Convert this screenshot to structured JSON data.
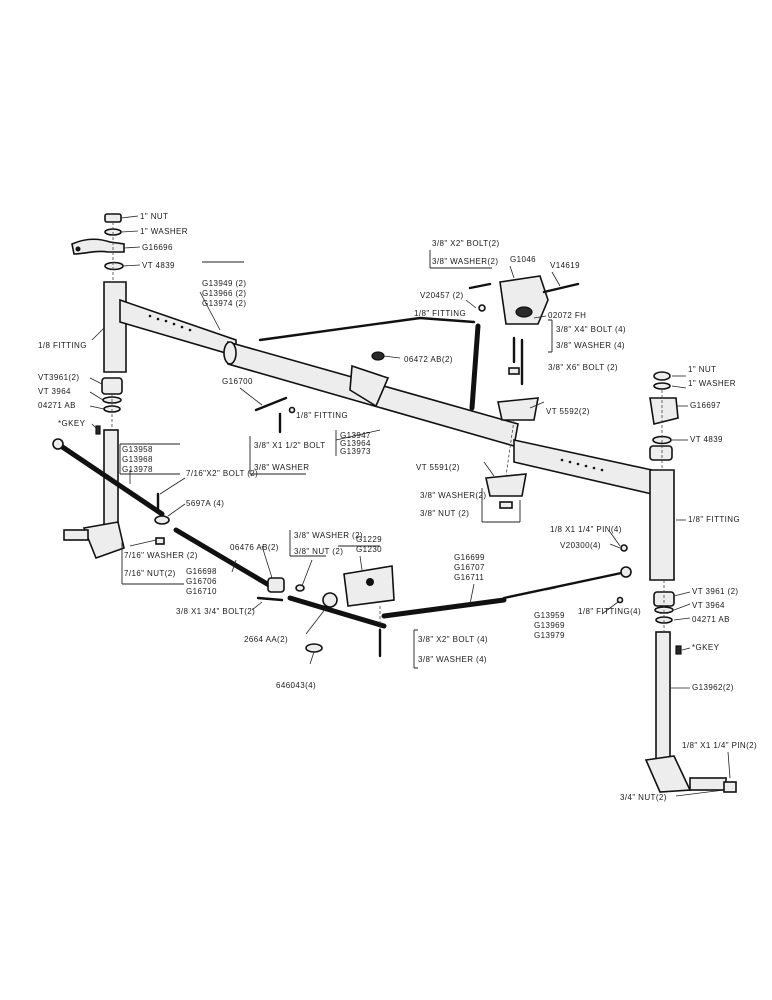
{
  "labels": {
    "nut_top_left": "1\" NUT",
    "washer_top_left": "1\" WASHER",
    "arm_left": "G16696",
    "vt4839_left": "VT 4839",
    "axle_left_1": "G13949 (2)",
    "axle_left_2": "G13966 (2)",
    "axle_left_3": "G13974 (2)",
    "fitting_left": "1/8 FITTING",
    "vt3961_left": "VT3961(2)",
    "vt3964_left": "VT 3964",
    "a04271_left": "04271 AB",
    "gkey_left": "*GKEY",
    "tie_left_1": "G13958",
    "tie_left_2": "G13968",
    "tie_left_3": "G13978",
    "bolt_7_16": "7/16\"X2\" BOLT (2)",
    "a5697": "5697A (4)",
    "washer_7_16": "7/16\" WASHER (2)",
    "nut_7_16": "7/16\" NUT(2)",
    "g16700": "G16700",
    "fitting_center": "1/8\" FITTING",
    "bolt_center": "3/8\" X1 1/2\" BOLT",
    "washer_center": "3/8\" WASHER",
    "a06472": "06472 AB(2)",
    "center_1": "G13947",
    "center_2": "G13964",
    "center_3": "G13973",
    "bolt_top_c": "3/8\" X2\" BOLT(2)",
    "washer_top_c": "3/8\" WASHER(2)",
    "g1046": "G1046",
    "v14619": "V14619",
    "v20457": "V20457 (2)",
    "fitting_top_c": "1/8\" FITTING",
    "a02072": "02072 FH",
    "bolt_4": "3/8\" X4\" BOLT (4)",
    "washer_4": "3/8\" WASHER (4)",
    "bolt_6": "3/8\" X6\" BOLT (2)",
    "vt5592": "VT 5592(2)",
    "vt5591": "VT 5591(2)",
    "washer_mid": "3/8\" WASHER(2)",
    "nut_mid": "3/8\" NUT (2)",
    "nut_top_right": "1\" NUT",
    "washer_top_right": "1\" WASHER",
    "arm_right": "G16697",
    "vt4839_right": "VT 4839",
    "fitting_right": "1/8\" FITTING",
    "pin_4": "1/8 X1 1/4\" PIN(4)",
    "v20300": "V20300(4)",
    "vt3961_right": "VT 3961 (2)",
    "vt3964_right": "VT 3964",
    "a04271_right": "04271 AB",
    "gkey_right": "*GKEY",
    "g13962": "G13962(2)",
    "pin_2": "1/8\" X1 1/4\" PIN(2)",
    "nut_bottom_right": "3/4\" NUT(2)",
    "a06476": "06476 AB(2)",
    "drag_1": "G16698",
    "drag_2": "G16706",
    "drag_3": "G16710",
    "bolt_1_3_4": "3/8 X1 3/4\" BOLT(2)",
    "washer_drag": "3/8\" WASHER (2)",
    "nut_drag": "3/8\" NUT (2)",
    "plate_1": "G1229",
    "plate_2": "G1230",
    "a2664": "2664 AA(2)",
    "a646043": "646043(4)",
    "bolt_plate": "3/8\" X2\" BOLT (4)",
    "washer_plate": "3/8\" WASHER (4)",
    "tube_r_1": "G16699",
    "tube_r_2": "G16707",
    "tube_r_3": "G16711",
    "tie_r_1": "G13959",
    "tie_r_2": "G13969",
    "tie_r_3": "G13979",
    "fitting_4": "1/8\" FITTING(4)"
  }
}
